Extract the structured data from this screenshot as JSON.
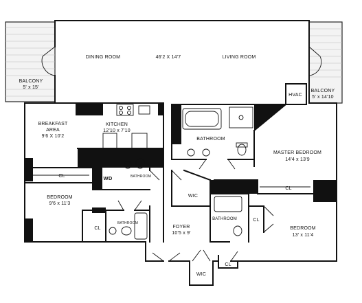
{
  "rooms": {
    "dining_room": {
      "name": "DINING ROOM"
    },
    "living_room": {
      "name": "LIVING ROOM"
    },
    "great_room_dims": "46'2 X 14'7",
    "balcony_left": {
      "name": "BALCONY",
      "dims": "5' x 15'"
    },
    "balcony_right": {
      "name": "BALCONY",
      "dims": "5' x 14'10"
    },
    "hvac": "HVAC",
    "breakfast_area": {
      "line1": "BREAKFAST",
      "line2": "AREA",
      "dims": "9'6 X 10'2"
    },
    "kitchen": {
      "name": "KITCHEN",
      "dims": "12'10 x 7'10"
    },
    "bathroom_master": "BATHROOM",
    "master_bedroom": {
      "name": "MASTER BEDROOM",
      "dims": "14'4 x 13'9"
    },
    "cl_hall": "CL",
    "wd": "WD",
    "bathroom_small": "BATHROOM",
    "bedroom_left": {
      "name": "BEDROOM",
      "dims": "9'6 x 11'3"
    },
    "cl_left": "CL",
    "bathroom_left": "BATHROOM",
    "wic_upper": "WIC",
    "cl_master": "CL",
    "bathroom_center": "BATHROOM",
    "cl_right": "CL",
    "foyer": {
      "name": "FOYER",
      "dims": "10'5 x 9'"
    },
    "bedroom_right": {
      "name": "BEDROOM",
      "dims": "13' x 11'4"
    },
    "wic_lower": "WIC",
    "cl_lower": "CL"
  }
}
